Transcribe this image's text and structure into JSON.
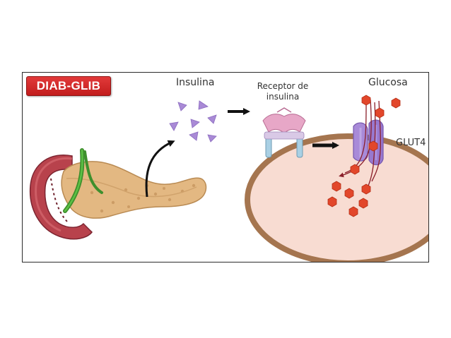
{
  "badge": {
    "text": "DIAB-GLIB"
  },
  "labels": {
    "insulina": "Insulina",
    "receptor": "Receptor de insulina",
    "glucosa": "Glucosa",
    "glut4": "GLUT4"
  },
  "colors": {
    "badge_red": "#d42a2a",
    "insulin_purple": "#a98ad6",
    "glucose_red": "#e2472b",
    "cell_border": "#a5754f",
    "cell_fill": "#f8dcd2",
    "pancreas": "#e3b882",
    "duodenum": "#b8424c",
    "duct_green": "#4aa935"
  },
  "icons": [
    "pancreas-illustration",
    "insulin-triangles",
    "receptor-icon",
    "glut4-transporter-icon",
    "glucose-hexagons",
    "arrow-icon"
  ]
}
